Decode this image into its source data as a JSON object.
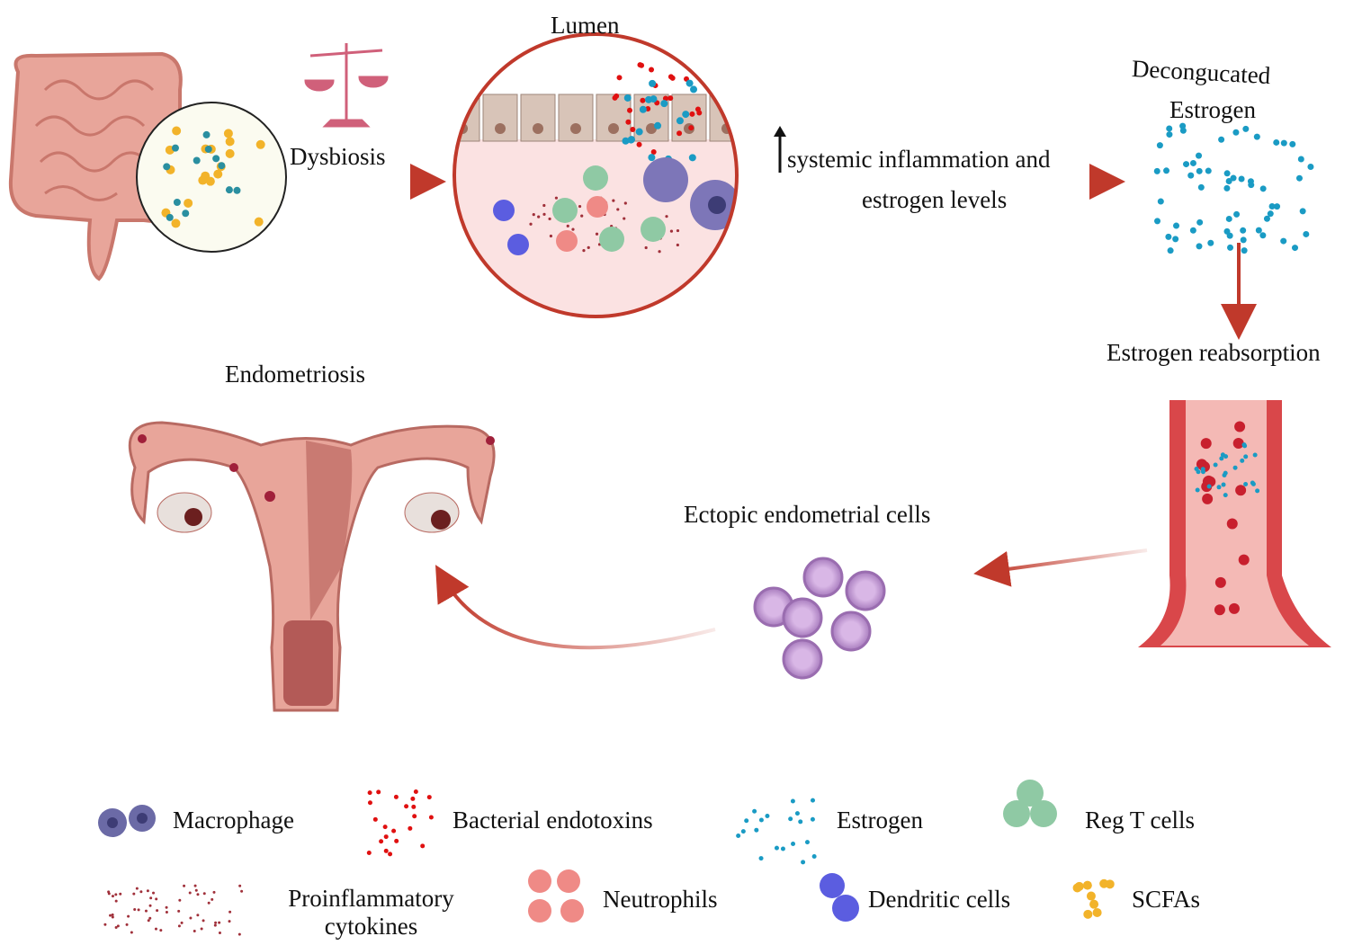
{
  "labels": {
    "dysbiosis": "Dysbiosis",
    "lumen": "Lumen",
    "systemic_line1": "systemic inflammation and",
    "systemic_line2": "estrogen levels",
    "deconjugated_line1": "Decongucated",
    "deconjugated_line2": "Estrogen",
    "reabsorption": "Estrogen reabsorption",
    "endometriosis": "Endometriosis",
    "ectopic": "Ectopic endometrial cells"
  },
  "legend": [
    {
      "label": "Macrophage",
      "icon": "macrophage-icon"
    },
    {
      "label": "Bacterial endotoxins",
      "icon": "endotoxin-dots-icon"
    },
    {
      "label": "Estrogen",
      "icon": "estrogen-dots-icon"
    },
    {
      "label": "Reg T cells",
      "icon": "reg-t-cell-icon"
    },
    {
      "label": "Proinflammatory cytokines",
      "icon": "cytokine-dots-icon"
    },
    {
      "label": "Neutrophils",
      "icon": "neutrophil-icon"
    },
    {
      "label": "Dendritic cells",
      "icon": "dendritic-cell-icon"
    },
    {
      "label": "SCFAs",
      "icon": "scfa-icon"
    }
  ],
  "colors": {
    "arrow": "#c0392b",
    "estrogen": "#1a9bc4",
    "endotoxin": "#e01010",
    "tissue": "#e8a59a",
    "macrophage": "#6b6aa6",
    "regt": "#8fc9a4",
    "neutrophil": "#ef8a86",
    "dendritic": "#5b5de0",
    "scfa": "#f2b32a",
    "ectopic": "#c9a3d8"
  }
}
